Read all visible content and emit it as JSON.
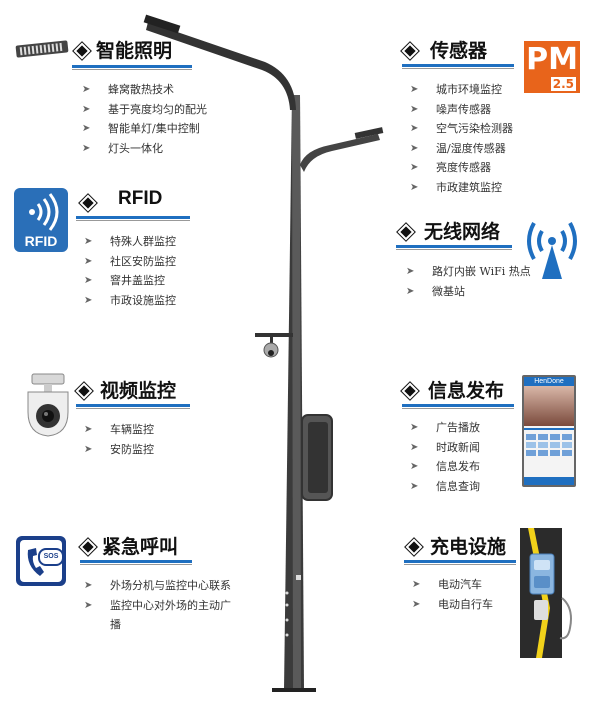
{
  "sections": {
    "smart_lighting": {
      "title": "智能照明",
      "items": [
        "蜂窝散热技术",
        "基于亮度均匀的配光",
        "智能单灯/集中控制",
        "灯头一体化"
      ]
    },
    "sensor": {
      "title": "传感器",
      "items": [
        "城市环境监控",
        "噪声传感器",
        "空气污染检测器",
        "温/湿度传感器",
        "亮度传感器",
        "市政建筑监控"
      ]
    },
    "rfid": {
      "title": "RFID",
      "items": [
        "特殊人群监控",
        "社区安防监控",
        "窨井盖监控",
        "市政设施监控"
      ]
    },
    "wireless": {
      "title": "无线网络",
      "items": [
        "路灯内嵌 WiFi 热点",
        "微基站"
      ]
    },
    "video": {
      "title": "视频监控",
      "items": [
        "车辆监控",
        "安防监控"
      ]
    },
    "info": {
      "title": "信息发布",
      "items": [
        "广告播放",
        "时政新闻",
        "信息发布",
        "信息查询"
      ]
    },
    "emergency": {
      "title": "紧急呼叫",
      "items": [
        "外场分机与监控中心联系",
        "监控中心对外场的主动广播"
      ]
    },
    "charging": {
      "title": "充电设施",
      "items": [
        "电动汽车",
        "电动自行车"
      ]
    }
  },
  "icons": {
    "pm": {
      "text": "PM",
      "sub": "2.5"
    },
    "rfid": {
      "text": "RFID"
    },
    "sos": {
      "text": "SOS"
    },
    "screen_brand": {
      "text": "HenDone"
    }
  },
  "colors": {
    "accent_blue": "#1f6fc0",
    "pm_orange": "#e8641b",
    "pole": "#3a3a3a"
  }
}
